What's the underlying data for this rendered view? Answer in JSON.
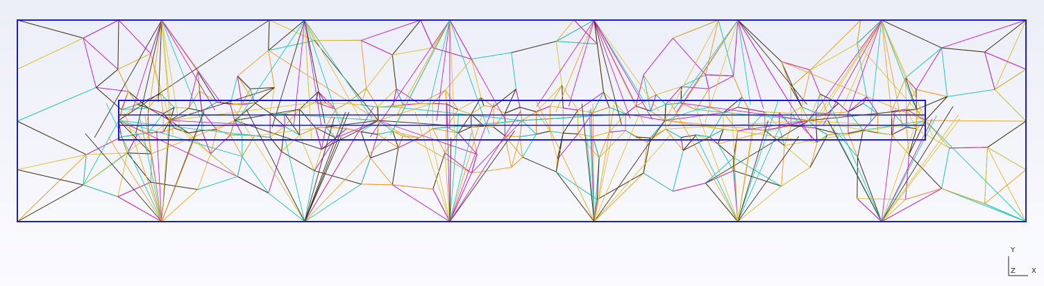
{
  "viewport": {
    "axis_triad": {
      "y_label": "Y",
      "z_label": "Z",
      "x_label": "X"
    }
  },
  "colors": {
    "boundary": "#1a1ad6",
    "mesh_edges": [
      "#c61ec6",
      "#1fc7b5",
      "#f0a020",
      "#3a2a10",
      "#e0c030"
    ],
    "background_top": "#eceef8",
    "background_bottom": "#fbfbfe"
  }
}
